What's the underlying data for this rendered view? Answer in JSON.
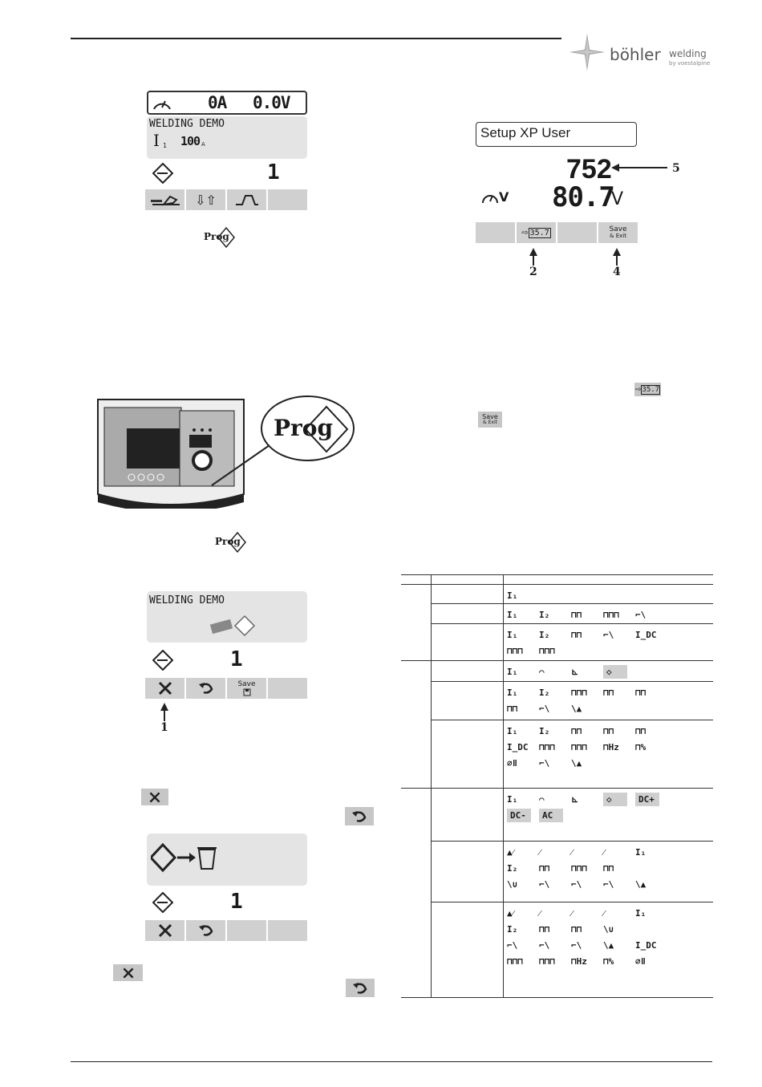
{
  "brand": {
    "name": "böhler",
    "name2": "welding",
    "tagline": "by voestalpine"
  },
  "screen1": {
    "amps": "0A",
    "volts": "0.0V",
    "title": "WELDING DEMO",
    "param_label": "I",
    "param_sub": "1",
    "param_value": "100",
    "param_unit": "A",
    "job_number": "1",
    "softkeys": [
      "weld-mode",
      "⇩⇧",
      "⎍",
      ""
    ]
  },
  "prog_label": "Prog",
  "setup_screen": {
    "title": "Setup XP User",
    "value": "752",
    "volts_label": "V",
    "volts_value": "80.7",
    "volts_unit": "V",
    "key2": "35.7",
    "key4_line1": "Save",
    "key4_line2": "& Exit",
    "callout_5": "5",
    "callout_2": "2",
    "callout_4": "4"
  },
  "inline_icons": {
    "key2": "35.7",
    "save_line1": "Save",
    "save_line2": "& Exit"
  },
  "screen2": {
    "title": "WELDING DEMO",
    "job_number": "1",
    "key_save": "Save",
    "callout_1": "1"
  },
  "screen3": {
    "job_number": "1"
  },
  "table": {
    "rows": [
      {
        "group": "",
        "label": "",
        "icons": [
          [
            "I1"
          ]
        ]
      },
      {
        "group": "",
        "label": "",
        "icons": [
          [
            "I1",
            "I2",
            "pulse-h",
            "pulse-f",
            "slope-down"
          ]
        ]
      },
      {
        "group": "",
        "label": "",
        "icons": [
          [
            "I1",
            "I2",
            "pulse-h",
            "slope-down",
            "Idc"
          ],
          [
            "freq",
            "tfreq"
          ]
        ]
      },
      {
        "group": "",
        "label": "",
        "icons": [
          [
            "I1",
            "arc",
            "step",
            "job"
          ]
        ]
      },
      {
        "group": "",
        "label": "",
        "icons": [
          [
            "I1",
            "I2",
            "pulse-f",
            "pulse-h",
            "pulse-hb"
          ],
          [
            "pulse-a",
            "slope-down",
            "end"
          ]
        ]
      },
      {
        "group": "",
        "label": "",
        "icons": [
          [
            "I1",
            "I2",
            "pulse-h",
            "pulse-b",
            "pulse-a"
          ],
          [
            "Idc",
            "freq",
            "tfreq",
            "Hz",
            "%"
          ],
          [
            "balance",
            "slope-down",
            "end"
          ]
        ]
      },
      {
        "group": "",
        "label": "",
        "icons": [
          [
            "I1",
            "arc",
            "step",
            "job",
            "DC+"
          ],
          [
            "DC-",
            "AC"
          ]
        ]
      },
      {
        "group": "",
        "label": "",
        "icons": [
          [
            "pre",
            "up-a",
            "up-t",
            "up",
            "I1"
          ],
          [
            "I2",
            "pulse-h",
            "pulse-f",
            "pulse-a"
          ],
          [
            "crater",
            "slope-down",
            "slope-a",
            "slope",
            "end"
          ]
        ]
      },
      {
        "group": "",
        "label": "",
        "icons": [
          [
            "pre",
            "up-a",
            "up-t",
            "up",
            "I1"
          ],
          [
            "I2",
            "pulse-h",
            "pulse-a",
            "crater"
          ],
          [
            "slope-down",
            "slope-a",
            "slope",
            "end",
            "Idc"
          ],
          [
            "freq",
            "tfreq",
            "Hz",
            "%",
            "balance"
          ]
        ]
      }
    ]
  }
}
